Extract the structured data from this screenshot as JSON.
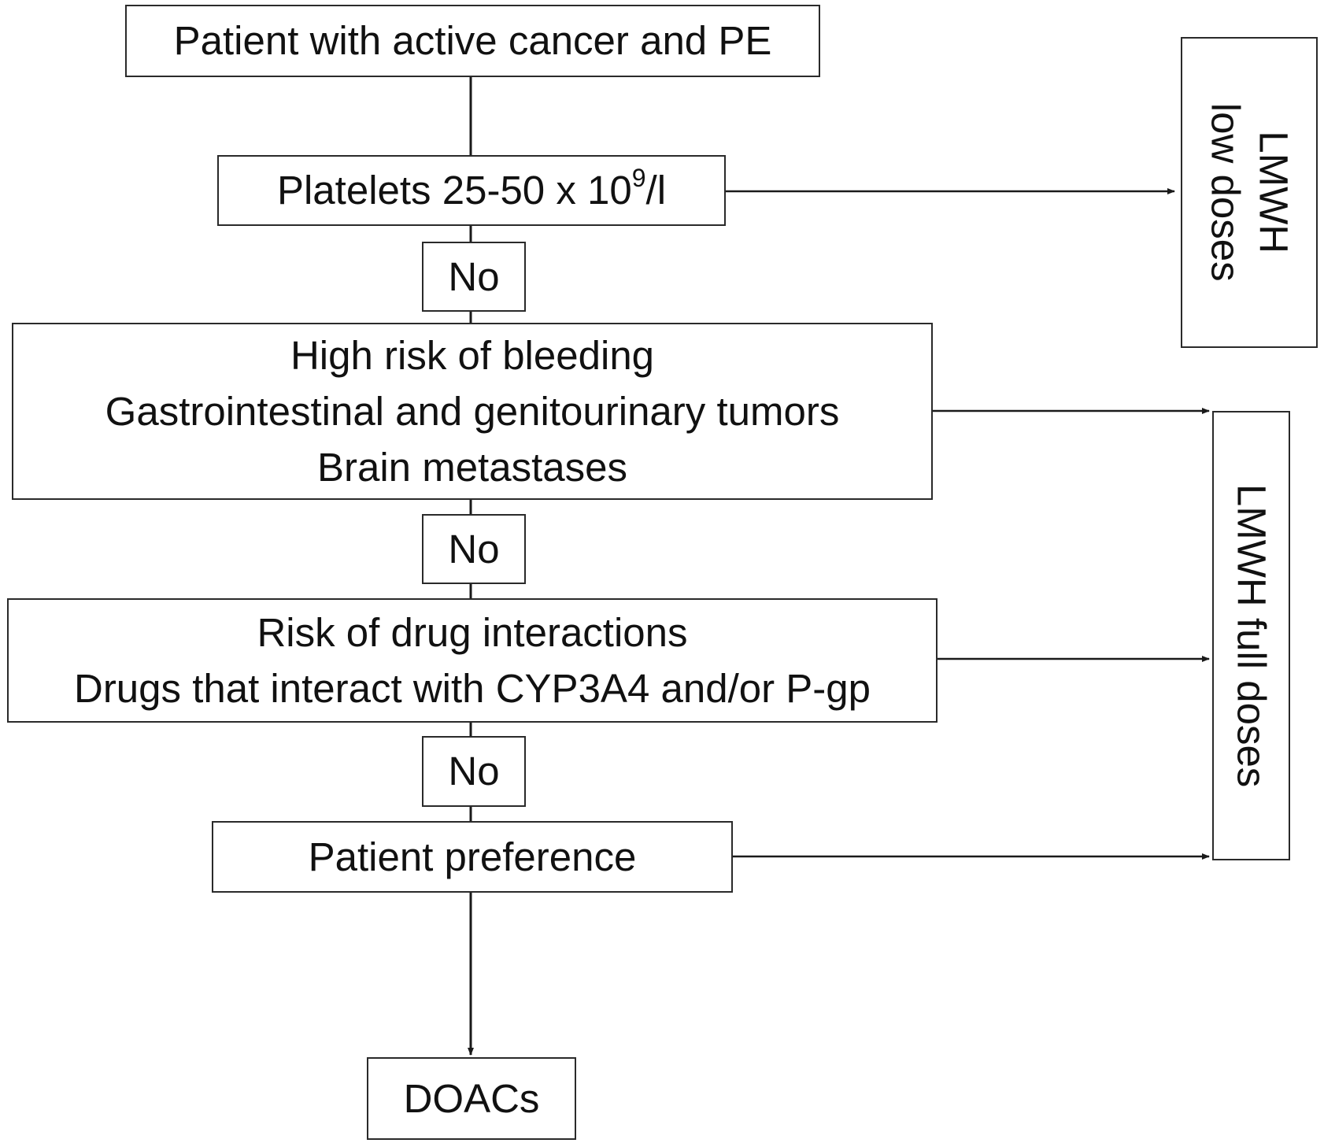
{
  "diagram": {
    "nodes": {
      "start": {
        "text": "Patient with active cancer and PE"
      },
      "platelets": {
        "text_main": "Platelets 25-50 x 10",
        "text_sup": "9",
        "text_tail": "/l"
      },
      "no1": {
        "text": "No"
      },
      "bleeding": {
        "lines": [
          "High risk of bleeding",
          "Gastrointestinal and genitourinary tumors",
          "Brain metastases"
        ]
      },
      "no2": {
        "text": "No"
      },
      "interactions": {
        "lines": [
          "Risk of drug interactions",
          "Drugs that interact with CYP3A4 and/or P-gp"
        ]
      },
      "no3": {
        "text": "No"
      },
      "preference": {
        "text": "Patient preference"
      },
      "doacs": {
        "text": "DOACs"
      },
      "lmwh_low": {
        "lines": [
          "LMWH",
          "low doses"
        ]
      },
      "lmwh_full": {
        "text": "LMWH full doses"
      }
    },
    "edges": [
      {
        "from": "start",
        "to": "platelets"
      },
      {
        "from": "platelets",
        "to": "lmwh_low"
      },
      {
        "from": "platelets",
        "to": "no1"
      },
      {
        "from": "no1",
        "to": "bleeding"
      },
      {
        "from": "bleeding",
        "to": "lmwh_full"
      },
      {
        "from": "bleeding",
        "to": "no2"
      },
      {
        "from": "no2",
        "to": "interactions"
      },
      {
        "from": "interactions",
        "to": "lmwh_full"
      },
      {
        "from": "interactions",
        "to": "no3"
      },
      {
        "from": "no3",
        "to": "preference"
      },
      {
        "from": "preference",
        "to": "lmwh_full"
      },
      {
        "from": "preference",
        "to": "doacs"
      }
    ]
  }
}
